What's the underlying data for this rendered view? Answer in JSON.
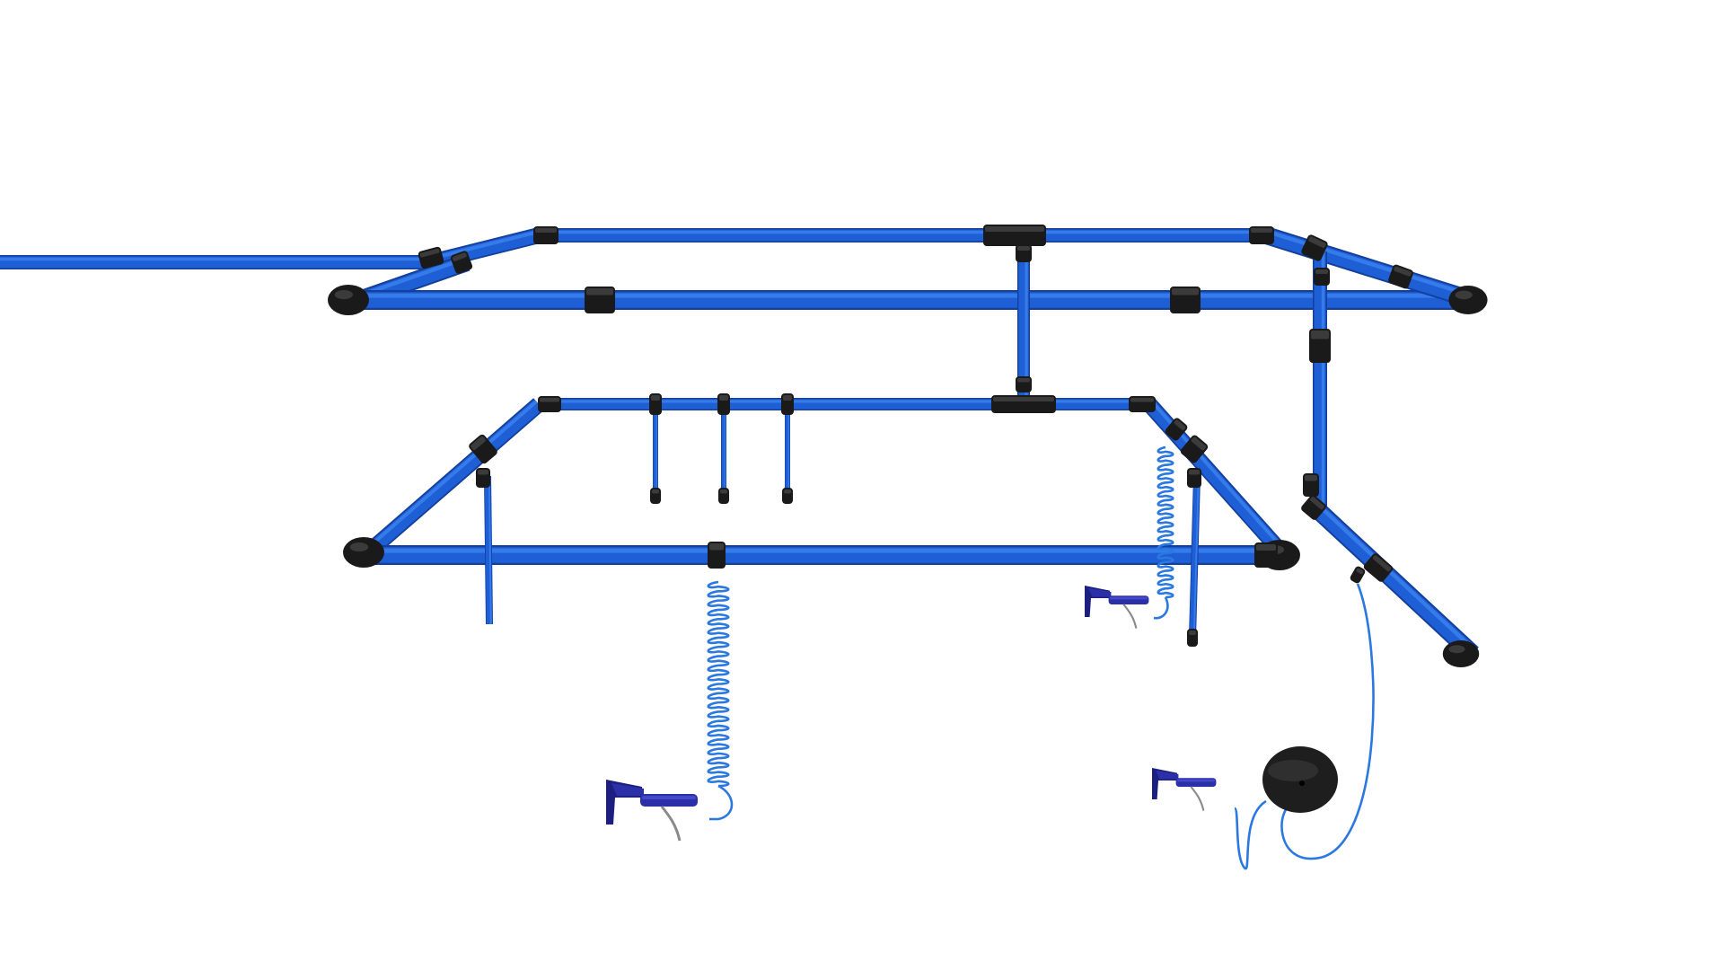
{
  "scene": {
    "subject": "compressed-air-piping-network",
    "colors": {
      "background": "#ffffff",
      "pipe": "#1f5fd6",
      "pipe_highlight": "#3b82f0",
      "pipe_shadow": "#143f9c",
      "fitting": "#1a1a1a",
      "fitting_highlight": "#4a4a4a",
      "hose": "#2a78e0",
      "gun_body": "#2b2fa8",
      "gun_body_dark": "#1c1f80",
      "gun_nozzle": "#8a8a8a",
      "reel": "#1e1e1e"
    },
    "icons": [
      "pipe",
      "elbow-fitting",
      "tee-fitting",
      "coupling",
      "drop-leg",
      "coiled-hose",
      "air-blow-gun",
      "hose-reel"
    ]
  }
}
